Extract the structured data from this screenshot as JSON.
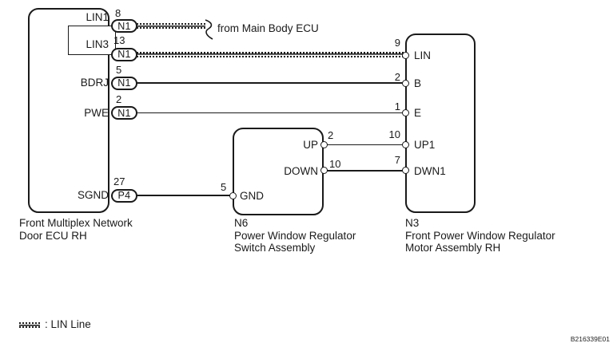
{
  "ecu": {
    "caption": [
      "Front Multiplex Network",
      "Door ECU RH"
    ],
    "pins": [
      {
        "name": "LIN1",
        "number": "8",
        "connector": "N1"
      },
      {
        "name": "LIN3",
        "number": "13",
        "connector": "N1"
      },
      {
        "name": "BDRJ",
        "number": "5",
        "connector": "N1"
      },
      {
        "name": "PWE",
        "number": "2",
        "connector": "N1"
      },
      {
        "name": "SGND",
        "number": "27",
        "connector": "P4"
      }
    ]
  },
  "switch_assembly": {
    "code": "N6",
    "caption": [
      "Power Window Regulator",
      "Switch Assembly"
    ],
    "pins": [
      {
        "name": "UP",
        "number": "2"
      },
      {
        "name": "DOWN",
        "number": "10"
      },
      {
        "name": "GND",
        "number": "5"
      }
    ]
  },
  "motor_assembly": {
    "code": "N3",
    "caption": [
      "Front Power Window Regulator",
      "Motor Assembly RH"
    ],
    "pins": [
      {
        "name": "LIN",
        "number": "9"
      },
      {
        "name": "B",
        "number": "2"
      },
      {
        "name": "E",
        "number": "1"
      },
      {
        "name": "UP1",
        "number": "10"
      },
      {
        "name": "DWN1",
        "number": "7"
      }
    ]
  },
  "annotation": "from Main Body ECU",
  "legend": {
    "label": ": LIN Line"
  },
  "figure_code": "B216339E01",
  "colors": {
    "line": "#1a1a1a",
    "background": "#ffffff"
  }
}
